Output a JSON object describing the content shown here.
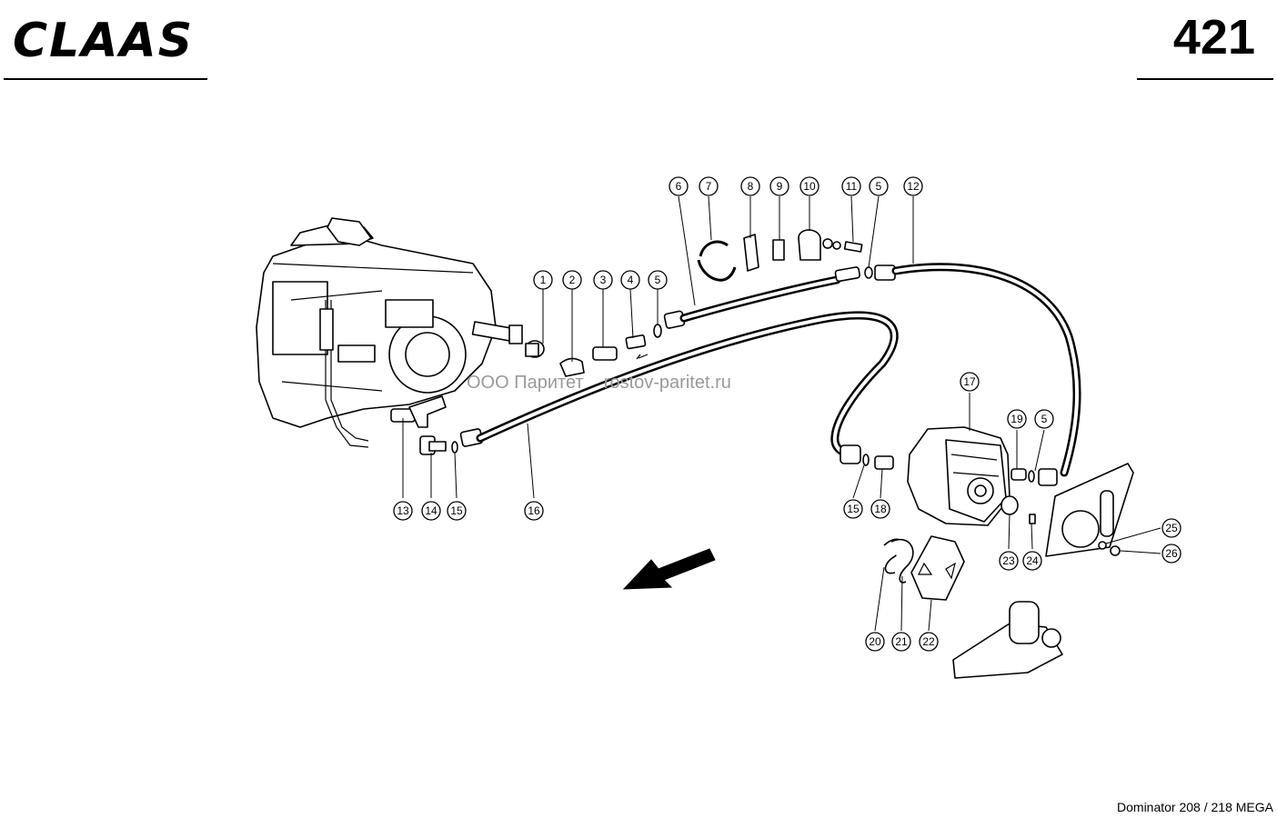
{
  "header": {
    "brand": "CLAAS",
    "page_number": "421"
  },
  "footer": {
    "model": "Dominator 208 / 218 MEGA"
  },
  "watermark": "ООО Паритет    rostov-paritet.ru",
  "callouts": [
    "1",
    "2",
    "3",
    "4",
    "5",
    "6",
    "7",
    "8",
    "9",
    "10",
    "11",
    "5",
    "12",
    "13",
    "14",
    "15",
    "16",
    "17",
    "19",
    "5",
    "15",
    "18",
    "23",
    "24",
    "25",
    "26",
    "20",
    "21",
    "22"
  ]
}
